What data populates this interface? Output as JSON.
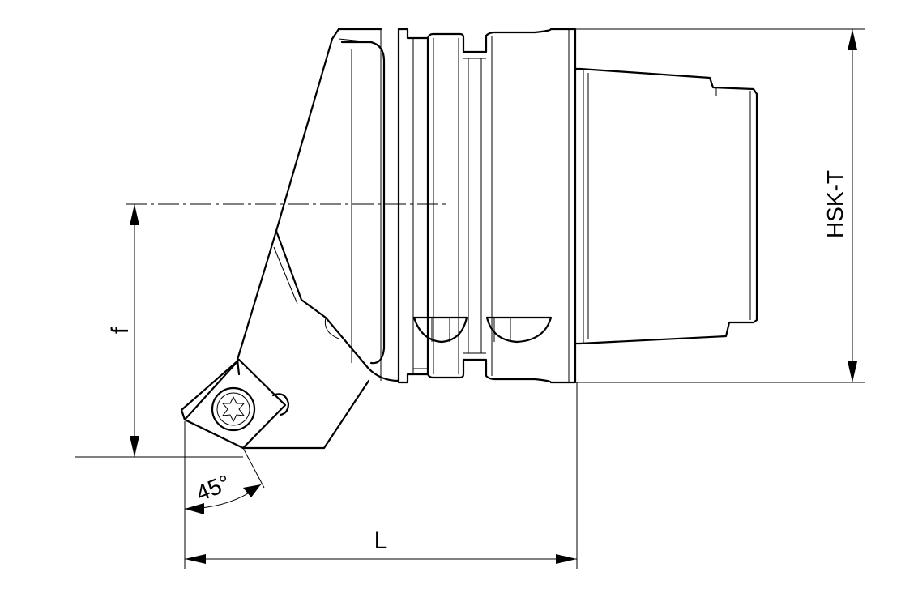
{
  "labels": {
    "f": "f",
    "L": "L",
    "hsk": "HSK-T",
    "angle": "45°"
  },
  "colors": {
    "line": "#000000",
    "background": "#ffffff"
  }
}
